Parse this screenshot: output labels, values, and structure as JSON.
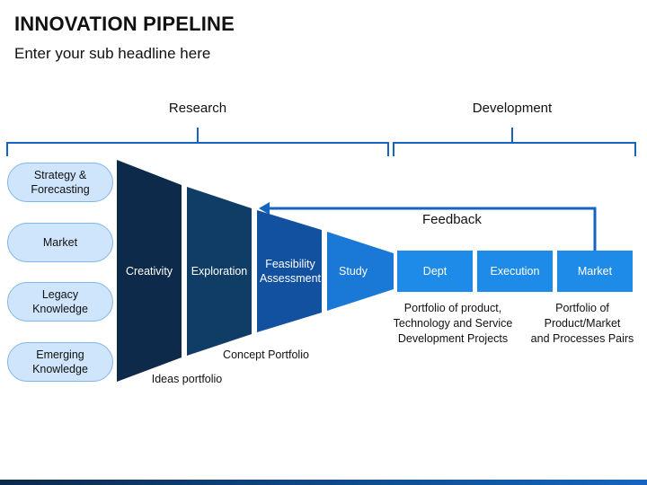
{
  "title": "INNOVATION PIPELINE",
  "subtitle": "Enter your sub headline here",
  "sections": {
    "research": "Research",
    "development": "Development"
  },
  "inputs": [
    "Strategy &\nForecasting",
    "Market",
    "Legacy\nKnowledge",
    "Emerging\nKnowledge"
  ],
  "funnel_stages": [
    "Creativity",
    "Exploration",
    "Feasibility\nAssessment",
    "Study"
  ],
  "development_stages": [
    "Dept",
    "Execution",
    "Market"
  ],
  "feedback_label": "Feedback",
  "notes": {
    "ideas": "Ideas portfolio",
    "concept": "Concept Portfolio",
    "portfolio_product": "Portfolio of product,\nTechnology and Service\nDevelopment Projects",
    "portfolio_market": "Portfolio of\nProduct/Market\nand Processes Pairs"
  },
  "colors": {
    "stage1": "#0d2a4a",
    "stage2": "#0f3d66",
    "stage3": "#1250a0",
    "stage4": "#1a78d6",
    "dev": "#1f8be8",
    "pill_fill": "#cfe5fb",
    "pill_border": "#7fb6ec",
    "bracket": "#1565c0"
  }
}
